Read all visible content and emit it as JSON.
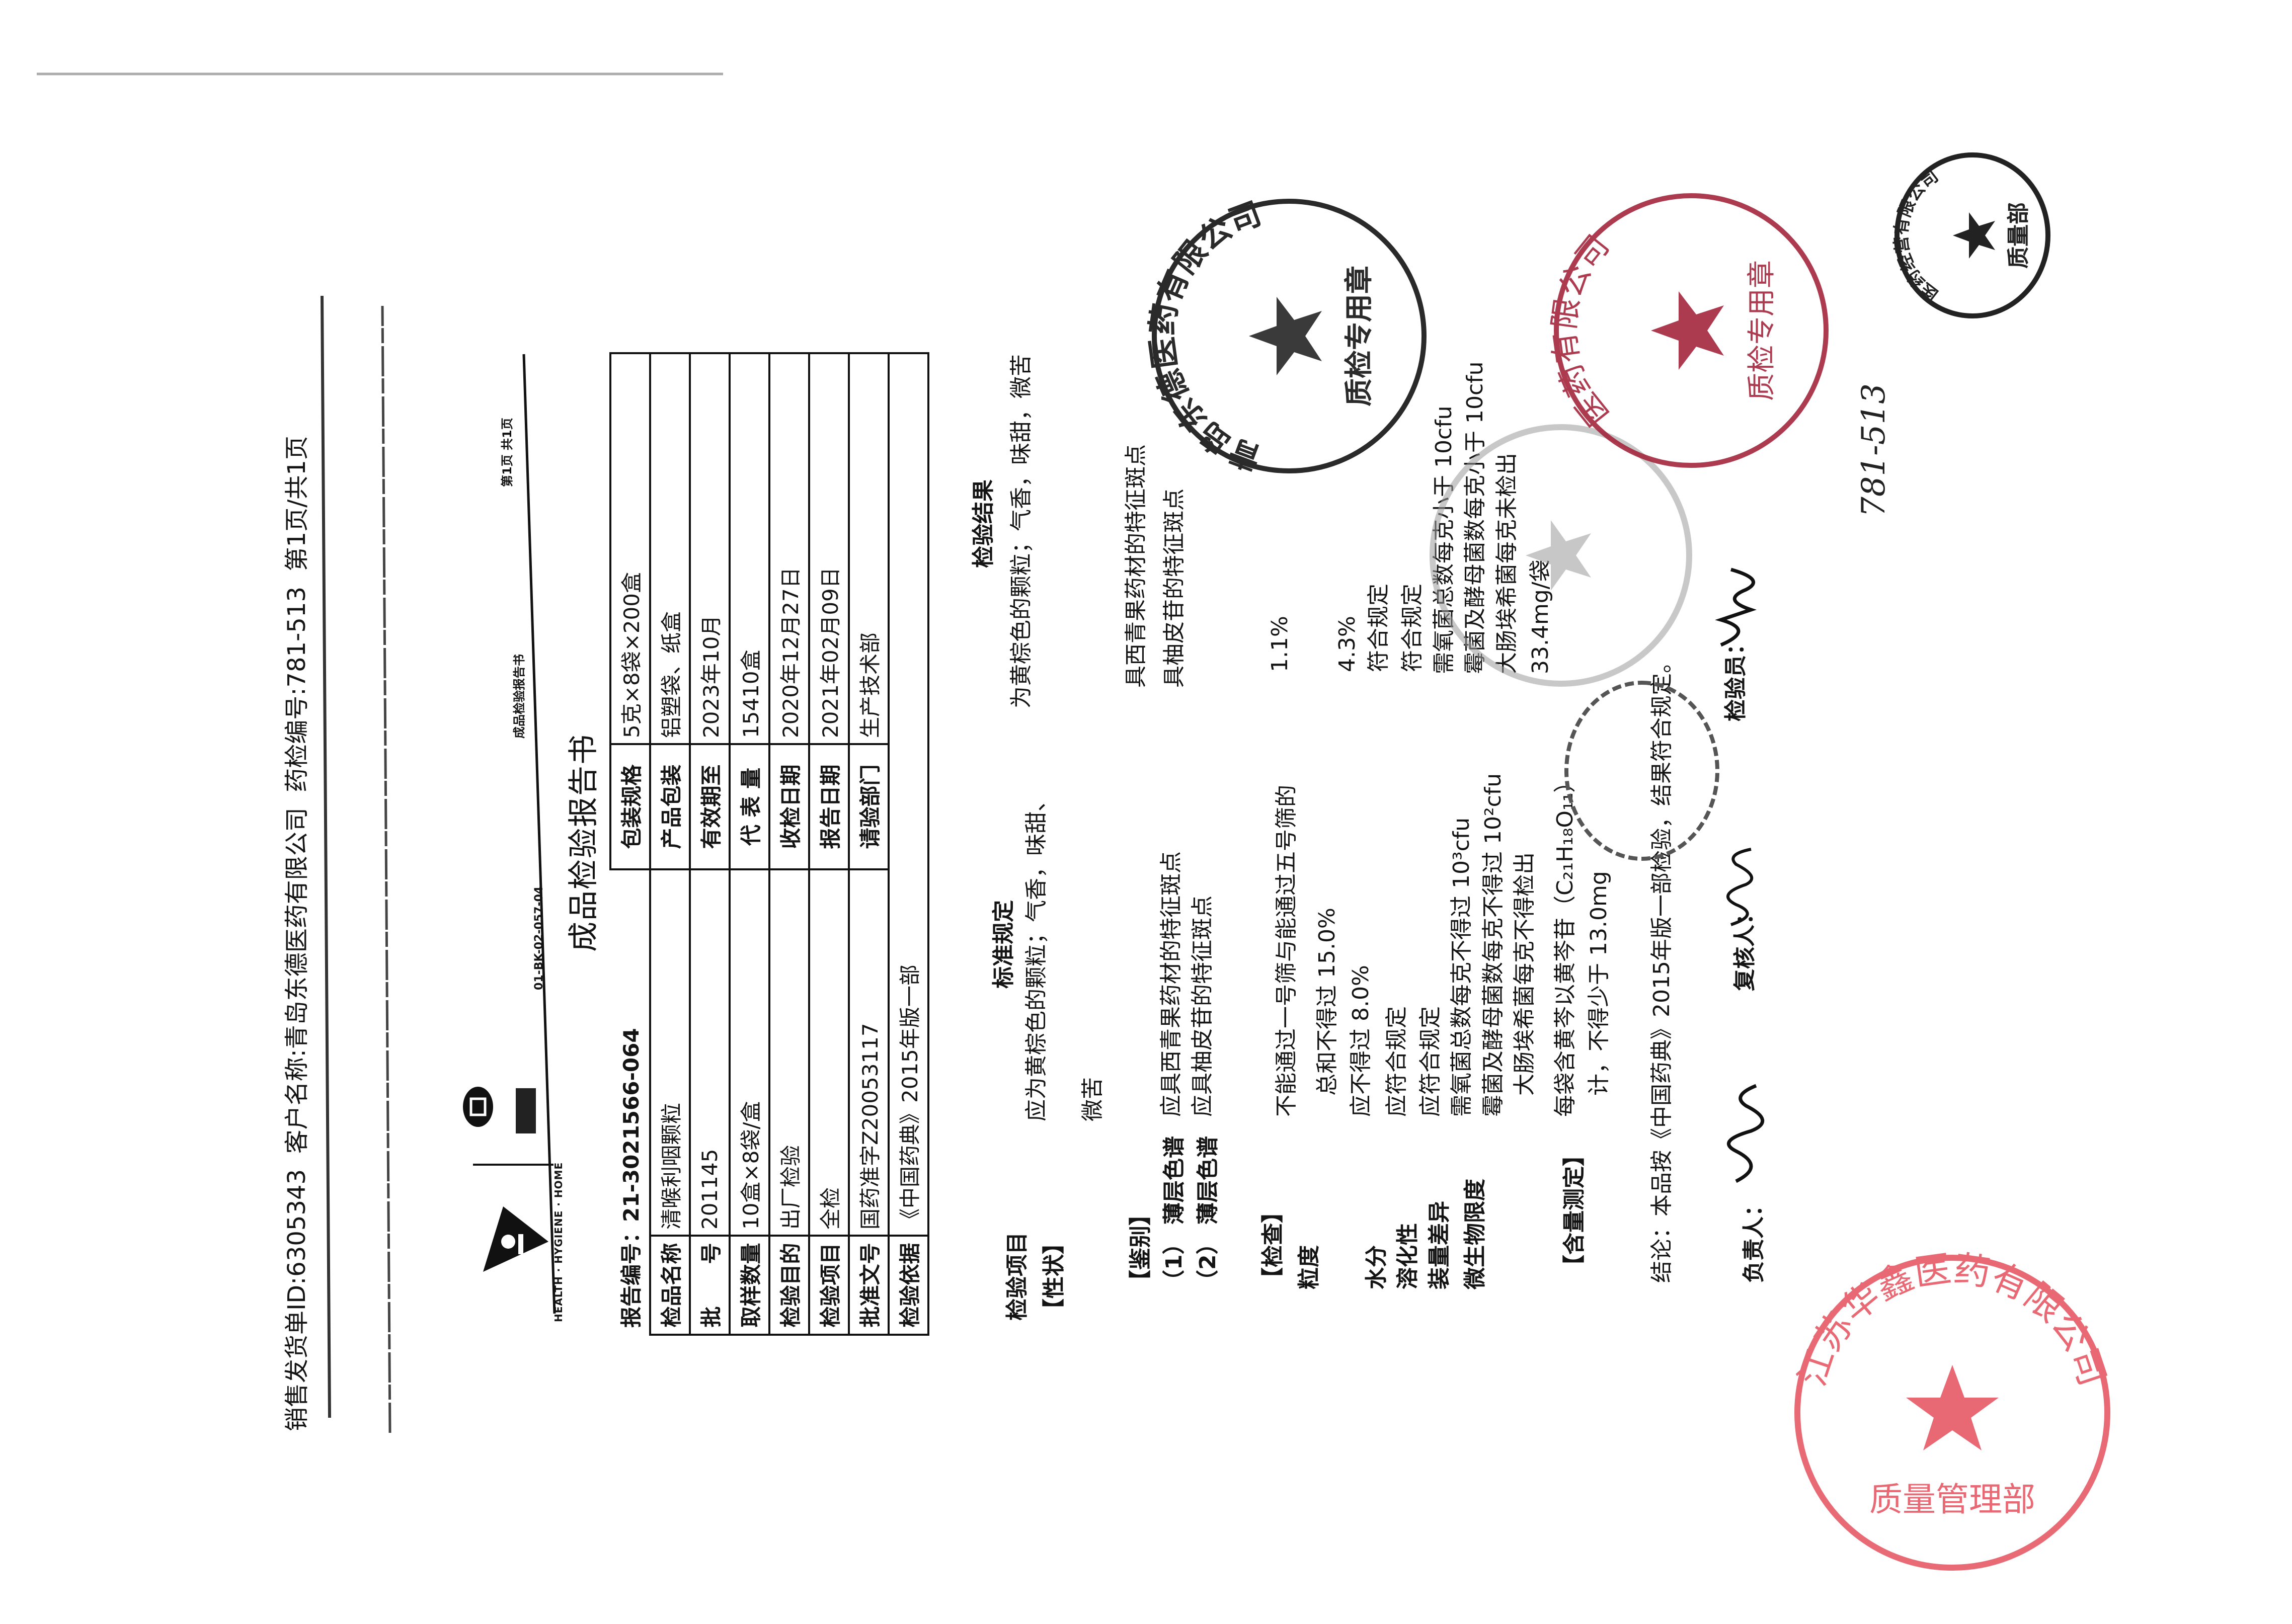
{
  "header": {
    "invoice_id": "销售发货单ID:6305343",
    "customer": "客户名称:青岛东德医药有限公司",
    "drug_check_no": "药检编号:781-513",
    "page": "第1页/共1页"
  },
  "letterhead": {
    "slogan": "HEALTH · HYGIENE · HOME",
    "doc_code": "01-BK-02-057-04",
    "form_name": "成品检验报告书",
    "page": "第1页 共1页"
  },
  "title": "成品检验报告书",
  "report_no": "报告编号：21-3021566-064",
  "table": {
    "rows": [
      {
        "label": "",
        "value": "",
        "label2": "包装规格",
        "value2": "5克×8袋×200盒"
      },
      {
        "label": "检品名称",
        "value": "清喉利咽颗粒",
        "label2": "产品包装",
        "value2": "铝塑袋、纸盒"
      },
      {
        "label": "批　　号",
        "value": "201145",
        "label2": "有效期至",
        "value2": "2023年10月"
      },
      {
        "label": "取样数量",
        "value": "10盒×8袋/盒",
        "label2": "代 表 量",
        "value2": "15410盒"
      },
      {
        "label": "检验目的",
        "value": "出厂检验",
        "label2": "收检日期",
        "value2": "2020年12月27日"
      },
      {
        "label": "检验项目",
        "value": "全检",
        "label2": "报告日期",
        "value2": "2021年02月09日"
      },
      {
        "label": "批准文号",
        "value": "国药准字Z20053117",
        "label2": "请验部门",
        "value2": "生产技术部"
      },
      {
        "label": "检验依据",
        "value": "《中国药典》2015年版一部"
      }
    ]
  },
  "inspection": {
    "col_item": "检验项目",
    "col_standard": "标准规定",
    "col_result": "检验结果",
    "appearance": {
      "label": "【性状】",
      "standard": [
        "应为黄棕色的颗粒；气香，味甜、",
        "微苦"
      ],
      "result": "为黄棕色的颗粒；气香，味甜，微苦"
    },
    "identification": {
      "label": "【鉴别】",
      "items": [
        {
          "label": "（1） 薄层色谱",
          "standard": "应具西青果药材的特征斑点",
          "result": "具西青果药材的特征斑点"
        },
        {
          "label": "（2） 薄层色谱",
          "standard": "应具柚皮苷的特征斑点",
          "result": "具柚皮苷的特征斑点"
        }
      ]
    },
    "examination": {
      "label": "【检查】",
      "items": [
        {
          "label": "粒度",
          "standard": [
            "不能通过一号筛与能通过五号筛的",
            "总和不得过 15.0%"
          ],
          "result": [
            "1.1%"
          ]
        },
        {
          "label": "水分",
          "standard": [
            "应不得过 8.0%"
          ],
          "result": [
            "4.3%"
          ]
        },
        {
          "label": "溶化性",
          "standard": [
            "应符合规定"
          ],
          "result": [
            "符合规定"
          ]
        },
        {
          "label": "装量差异",
          "standard": [
            "应符合规定"
          ],
          "result": [
            "符合规定"
          ]
        },
        {
          "label": "微生物限度",
          "standard": [
            "需氧菌总数每克不得过 10³cfu",
            "霉菌及酵母菌数每克不得过 10²cfu",
            "大肠埃希菌每克不得检出"
          ],
          "result": [
            "需氧菌总数每克小于 10cfu",
            "霉菌及酵母菌数每克小于 10cfu",
            "大肠埃希菌每克未检出"
          ]
        }
      ]
    },
    "assay": {
      "label": "【含量测定】",
      "standard": [
        "每袋含黄芩以黄芩苷（C₂₁H₁₈O₁₁）",
        "计，不得少于 13.0mg"
      ],
      "result": "33.4mg/袋"
    }
  },
  "conclusion": "结论：本品按《中国药典》2015年版一部检验，结果符合规定。",
  "signatures": {
    "responsible_label": "负责人：",
    "reviewer_label": "复核人：",
    "inspector_label": "检验员："
  },
  "stamps": {
    "red_company": "江苏华鑫医药有限公司",
    "red_department": "质量管理部",
    "black_company": "青岛东德医药有限公司",
    "black_department": "质检专用章",
    "maroon_company": "医药有限公司",
    "maroon_department": "质检专用章",
    "oval_company": "医药经营有限公司",
    "oval_department": "质量部"
  },
  "handwritten_note": "781-513",
  "colors": {
    "ink": "#141414",
    "red_stamp": "#e4505c",
    "maroon_stamp": "#a4263c",
    "black_stamp": "#2a2a2a",
    "gray_stamp": "#9a9a9a"
  }
}
